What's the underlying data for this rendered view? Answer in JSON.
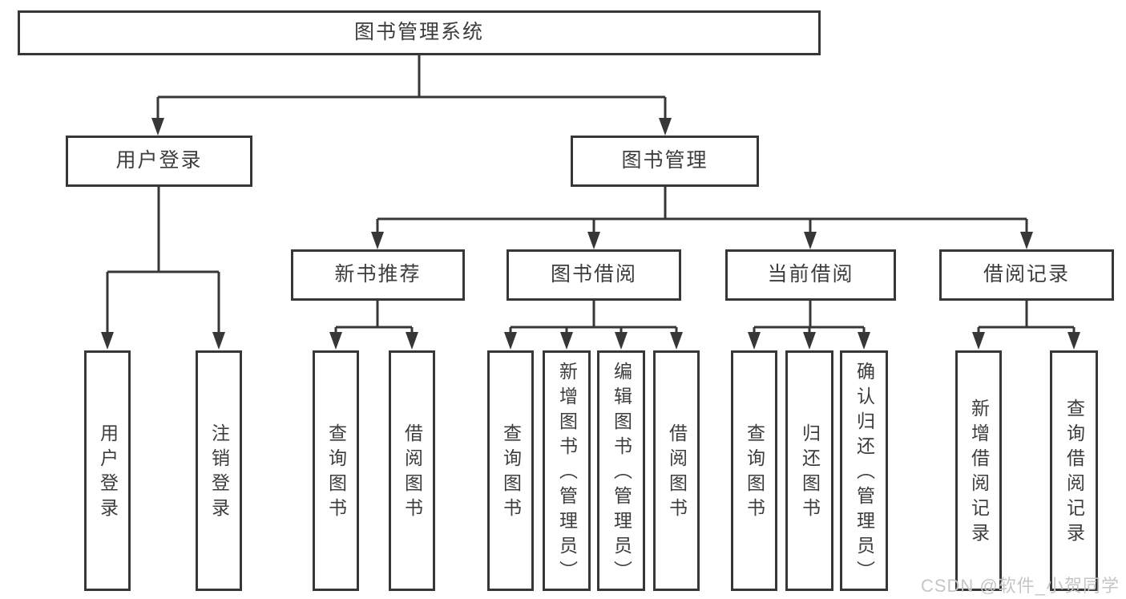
{
  "tree": {
    "root": {
      "label": "图书管理系统"
    },
    "branches": [
      {
        "label": "用户登录",
        "children": [
          {
            "label": "用户登录"
          },
          {
            "label": "注销登录"
          }
        ]
      },
      {
        "label": "图书管理",
        "children": [
          {
            "label": "新书推荐",
            "children": [
              {
                "label": "查询图书"
              },
              {
                "label": "借阅图书"
              }
            ]
          },
          {
            "label": "图书借阅",
            "children": [
              {
                "label": "查询图书"
              },
              {
                "label": "新增图书（管理员）"
              },
              {
                "label": "编辑图书（管理员）"
              },
              {
                "label": "借阅图书"
              }
            ]
          },
          {
            "label": "当前借阅",
            "children": [
              {
                "label": "查询图书"
              },
              {
                "label": "归还图书"
              },
              {
                "label": "确认归还（管理员）"
              }
            ]
          },
          {
            "label": "借阅记录",
            "children": [
              {
                "label": "新增借阅记录"
              },
              {
                "label": "查询借阅记录"
              }
            ]
          }
        ]
      }
    ]
  },
  "watermark": "CSDN @软件_小贺同学",
  "colors": {
    "line": "#373737",
    "text": "#3d3d3d",
    "watermark": "#c6c6c6",
    "background": "#ffffff"
  }
}
